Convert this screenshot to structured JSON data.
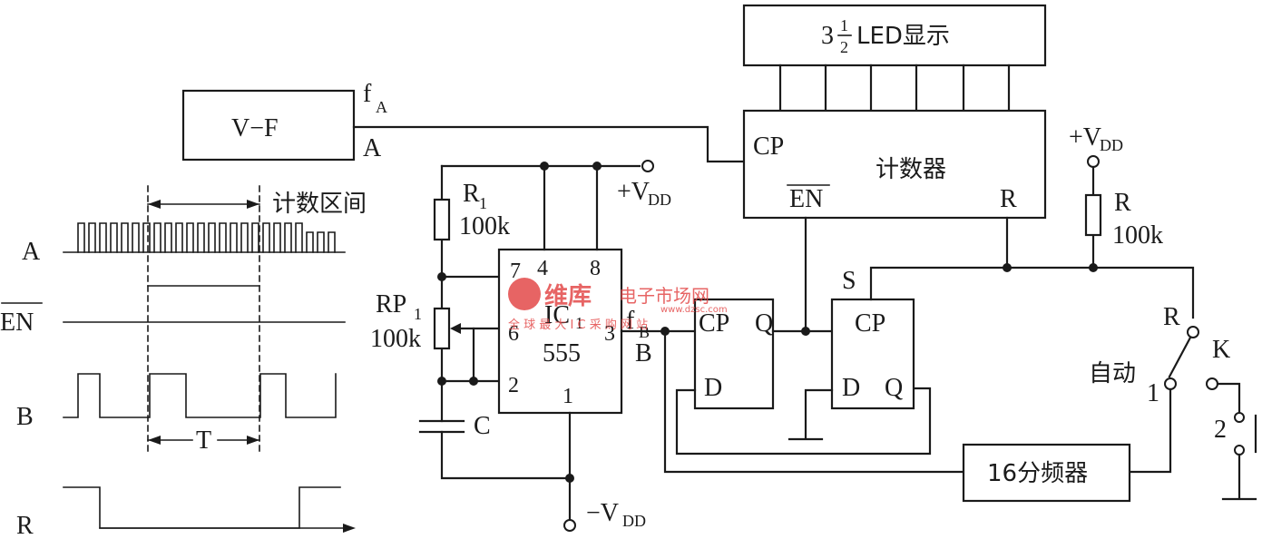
{
  "labels": {
    "vf": "V−F",
    "fa": "f",
    "fa_sub": "A",
    "a_line": "A",
    "led_pre": "3",
    "led_frac_num": "1",
    "led_frac_den": "2",
    "led_post": " LED显示",
    "counter": "计数器",
    "cp": "CP",
    "en": "EN",
    "r": "R",
    "vdd_pos": "+V",
    "vdd_sub": "DD",
    "vdd_neg": "−V",
    "r1": "R",
    "r1_sub": "1",
    "r1_val": "100k",
    "rp1": "RP",
    "rp1_sub": "1",
    "rp1_val": "100k",
    "c": "C",
    "ic": "IC",
    "ic_sub": "1",
    "ic_model": "555",
    "pin7": "7",
    "pin4": "4",
    "pin8": "8",
    "pin6": "6",
    "pin3": "3",
    "pin2": "2",
    "pin1": "1",
    "fb": "f",
    "fb_sub": "B",
    "b_line": "B",
    "ff_cp": "CP",
    "ff_q": "Q",
    "ff_d": "D",
    "ff2_cp": "CP",
    "ff2_d": "D",
    "ff2_q": "Q",
    "s": "S",
    "r_res": "R",
    "r_res_val": "100k",
    "sw_r": "R",
    "auto": "自动",
    "sw_1": "1",
    "k": "K",
    "sw_2": "2",
    "divider": "16分频器",
    "count_interval": "计数区间",
    "wave_a": "A",
    "wave_en": "EN",
    "wave_b": "B",
    "wave_r": "R",
    "period": "T"
  },
  "watermark": {
    "brand": "维库",
    "brand2": "电子市场网",
    "url": "www.dzsc.com",
    "slogan": "全 球 最 大 I C 采 购 网 站"
  },
  "colors": {
    "ink": "#1a1a1a",
    "watermark": "#e34a4a"
  }
}
